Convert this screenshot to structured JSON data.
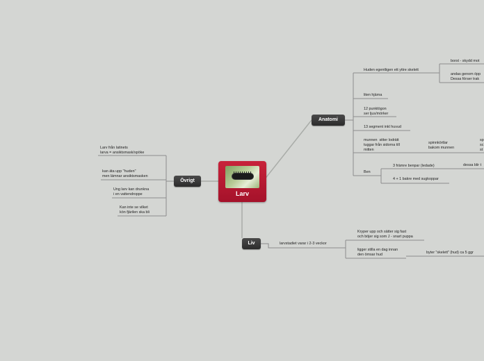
{
  "central": {
    "label": "Larv",
    "image": "caterpillar-photo"
  },
  "branches": {
    "anatomi": {
      "label": "Anatomi",
      "huden": "Huden egentligen ett yttre skelett",
      "borst": "borst - skydd mot",
      "andas": "andas genom öpp\nDessa förser trak",
      "hjarna": "liten hjärna",
      "punktogon": "12 punktögon\nser ljus/mörker",
      "segment": "13 segment inkl huvud",
      "munnen": "munnen  sitter lodrätt\ntuggar från sidorna till\nmitten",
      "spinnkortlar": "spinnkörtlar\nbakom munnen",
      "spinn_cut": "sp\nsc\nst",
      "ben": "Ben",
      "framre": "3 främre benpar (ledade)",
      "dessa": "dessa blir t",
      "bakre": "4 + 1 bakre med sugkoppar"
    },
    "ovrigt": {
      "label": "Övrigt",
      "latinets": "Larv från latinets\nlarva = ansiktsmask/spöke",
      "huden": "kan äta upp \"huden\"\nmen lämnar ansiktsmasken",
      "drunkna": "Ung larv kan drunkna\ni en vattendroppe",
      "koen": "Kan inte se vilket\nkön fjärilen ska bli"
    },
    "liv": {
      "label": "Liv",
      "stadiet": "larvstadiet varar i 2-3 veckor",
      "kryper": "Kryper upp och sätter sig fast\noch böjer sig som J - snart puppa",
      "ligger": "ligger stilla en dag innan\nden ömsar hud",
      "byter": "byter \"skelett\" (hud) ca 5 ggr"
    }
  },
  "colors": {
    "central": "#b51b33",
    "topic": "#333333",
    "line": "#8c8c8c",
    "background": "#d4d6d3"
  }
}
